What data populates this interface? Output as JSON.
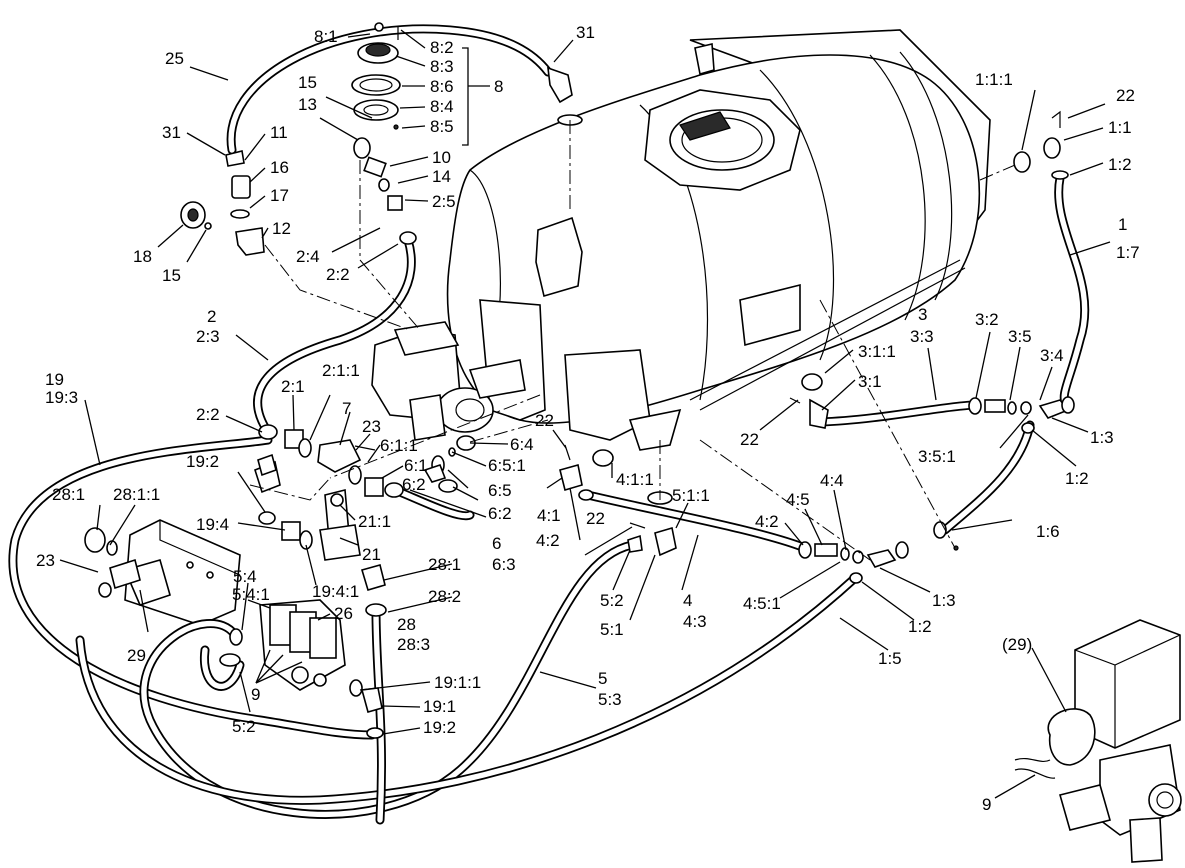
{
  "labels": [
    {
      "id": "l01",
      "text": "8:1"
    },
    {
      "id": "l02",
      "text": "31"
    },
    {
      "id": "l03",
      "text": "25"
    },
    {
      "id": "l04",
      "text": "8:2"
    },
    {
      "id": "l05",
      "text": "8:3"
    },
    {
      "id": "l06",
      "text": "8:6"
    },
    {
      "id": "l07",
      "text": "8"
    },
    {
      "id": "l08",
      "text": "8:4"
    },
    {
      "id": "l09",
      "text": "8:5"
    },
    {
      "id": "l10",
      "text": "15"
    },
    {
      "id": "l11",
      "text": "13"
    },
    {
      "id": "l12",
      "text": "31"
    },
    {
      "id": "l13",
      "text": "11"
    },
    {
      "id": "l14",
      "text": "16"
    },
    {
      "id": "l15",
      "text": "17"
    },
    {
      "id": "l16",
      "text": "12"
    },
    {
      "id": "l17",
      "text": "18"
    },
    {
      "id": "l18",
      "text": "15"
    },
    {
      "id": "l19",
      "text": "10"
    },
    {
      "id": "l20",
      "text": "14"
    },
    {
      "id": "l21",
      "text": "2:5"
    },
    {
      "id": "l22",
      "text": "2:4"
    },
    {
      "id": "l23",
      "text": "2:2"
    },
    {
      "id": "l24",
      "text": "1:1:1"
    },
    {
      "id": "l25",
      "text": "22"
    },
    {
      "id": "l26",
      "text": "1:1"
    },
    {
      "id": "l27",
      "text": "1:2"
    },
    {
      "id": "l28",
      "text": "1"
    },
    {
      "id": "l29",
      "text": "1:7"
    },
    {
      "id": "l30",
      "text": "2"
    },
    {
      "id": "l31",
      "text": "2:3"
    },
    {
      "id": "l32",
      "text": "3"
    },
    {
      "id": "l33",
      "text": "3:3"
    },
    {
      "id": "l34",
      "text": "3:2"
    },
    {
      "id": "l35",
      "text": "3:5"
    },
    {
      "id": "l36",
      "text": "3:4"
    },
    {
      "id": "l37",
      "text": "3:1:1"
    },
    {
      "id": "l38",
      "text": "3:1"
    },
    {
      "id": "l39",
      "text": "19"
    },
    {
      "id": "l40",
      "text": "19:3"
    },
    {
      "id": "l41",
      "text": "2:1"
    },
    {
      "id": "l42",
      "text": "2:1:1"
    },
    {
      "id": "l43",
      "text": "7"
    },
    {
      "id": "l44",
      "text": "2:2"
    },
    {
      "id": "l45",
      "text": "23"
    },
    {
      "id": "l46",
      "text": "6:1:1"
    },
    {
      "id": "l47",
      "text": "22"
    },
    {
      "id": "l48",
      "text": "6:4"
    },
    {
      "id": "l49",
      "text": "22"
    },
    {
      "id": "l50",
      "text": "1:3"
    },
    {
      "id": "l51",
      "text": "3:5:1"
    },
    {
      "id": "l52",
      "text": "1:2"
    },
    {
      "id": "l53",
      "text": "19:2"
    },
    {
      "id": "l54",
      "text": "6:1"
    },
    {
      "id": "l55",
      "text": "6:5:1"
    },
    {
      "id": "l56",
      "text": "4:1:1"
    },
    {
      "id": "l57",
      "text": "6:2"
    },
    {
      "id": "l58",
      "text": "6:5"
    },
    {
      "id": "l59",
      "text": "28:1"
    },
    {
      "id": "l60",
      "text": "28:1:1"
    },
    {
      "id": "l61",
      "text": "6:2"
    },
    {
      "id": "l62",
      "text": "4:1"
    },
    {
      "id": "l63",
      "text": "5:1:1"
    },
    {
      "id": "l64",
      "text": "4:4"
    },
    {
      "id": "l65",
      "text": "4:5"
    },
    {
      "id": "l66",
      "text": "1:6"
    },
    {
      "id": "l67",
      "text": "21:1"
    },
    {
      "id": "l68",
      "text": "4:2"
    },
    {
      "id": "l69",
      "text": "22"
    },
    {
      "id": "l70",
      "text": "19:4"
    },
    {
      "id": "l71",
      "text": "6"
    },
    {
      "id": "l72",
      "text": "6:3"
    },
    {
      "id": "l73",
      "text": "4:2"
    },
    {
      "id": "l74",
      "text": "21"
    },
    {
      "id": "l75",
      "text": "23"
    },
    {
      "id": "l76",
      "text": "28:1"
    },
    {
      "id": "l77",
      "text": "5:4"
    },
    {
      "id": "l78",
      "text": "19:4:1"
    },
    {
      "id": "l79",
      "text": "5:4:1"
    },
    {
      "id": "l80",
      "text": "26"
    },
    {
      "id": "l81",
      "text": "28:2"
    },
    {
      "id": "l82",
      "text": "5:2"
    },
    {
      "id": "l83",
      "text": "4"
    },
    {
      "id": "l84",
      "text": "4:3"
    },
    {
      "id": "l85",
      "text": "4:5:1"
    },
    {
      "id": "l86",
      "text": "1:3"
    },
    {
      "id": "l87",
      "text": "5:1"
    },
    {
      "id": "l88",
      "text": "1:2"
    },
    {
      "id": "l89",
      "text": "29"
    },
    {
      "id": "l90",
      "text": "28"
    },
    {
      "id": "l91",
      "text": "28:3"
    },
    {
      "id": "l92",
      "text": "1:5"
    },
    {
      "id": "l93",
      "text": "(29)"
    },
    {
      "id": "l94",
      "text": "19:1:1"
    },
    {
      "id": "l95",
      "text": "9"
    },
    {
      "id": "l96",
      "text": "5"
    },
    {
      "id": "l97",
      "text": "5:3"
    },
    {
      "id": "l98",
      "text": "19:1"
    },
    {
      "id": "l99",
      "text": "5:2"
    },
    {
      "id": "l100",
      "text": "19:2"
    },
    {
      "id": "l101",
      "text": "9"
    }
  ]
}
